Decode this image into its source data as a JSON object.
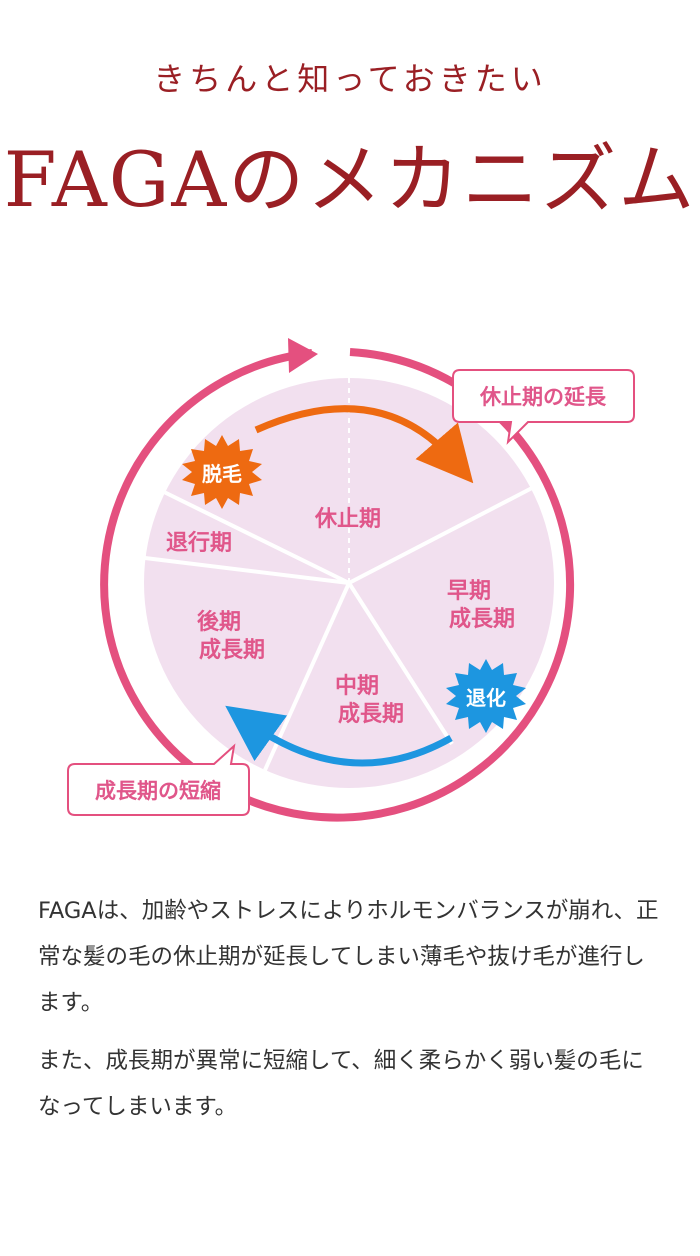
{
  "header": {
    "subtitle": "きちんと知っておきたい",
    "title": "FAGAのメカニズム"
  },
  "diagram": {
    "phases": {
      "rest": "休止期",
      "early_growth_1": "早期",
      "early_growth_2": "成長期",
      "mid_growth_1": "中期",
      "mid_growth_2": "成長期",
      "late_growth_1": "後期",
      "late_growth_2": "成長期",
      "regression": "退行期"
    },
    "badges": {
      "shedding": "脱毛",
      "degeneration": "退化"
    },
    "callouts": {
      "rest_extended": "休止期の延長",
      "growth_shortened": "成長期の短縮"
    },
    "colors": {
      "pie_fill": "#f2e0ef",
      "phase_text": "#e0568a",
      "ring": "#e4507f",
      "orange": "#ee6a11",
      "blue": "#1d96e0",
      "title": "#9a1f24"
    }
  },
  "body_text": {
    "paragraph1": "FAGAは、加齢やストレスによりホルモンバランスが崩れ、正常な髪の毛の休止期が延長してしまい薄毛や抜け毛が進行します。",
    "paragraph2": "また、成長期が異常に短縮して、細く柔らかく弱い髪の毛になってしまいます。"
  }
}
